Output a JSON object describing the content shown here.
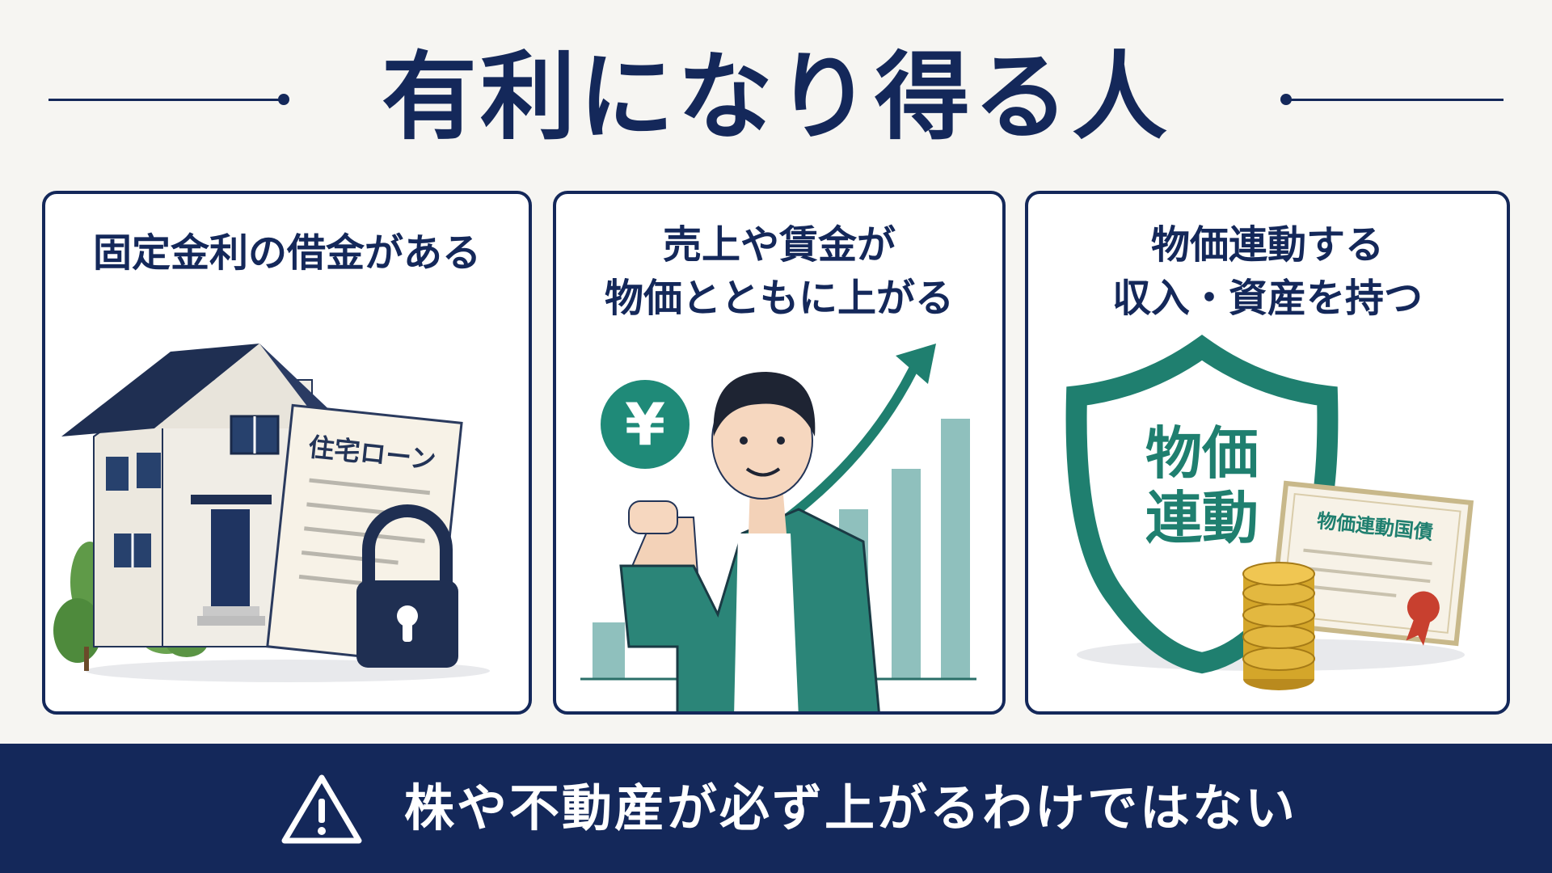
{
  "header": {
    "title": "有利になり得る人"
  },
  "cards": [
    {
      "title_lines": [
        "固定金利の借金がある"
      ],
      "document_label": "住宅ローン"
    },
    {
      "title_lines": [
        "売上や賃金が",
        "物価とともに上がる"
      ],
      "currency_symbol": "¥"
    },
    {
      "title_lines": [
        "物価連動する",
        "収入・資産を持つ"
      ],
      "shield_text": [
        "物価",
        "連動"
      ],
      "certificate_label": "物価連動国債"
    }
  ],
  "footer": {
    "warning": "株や不動産が必ず上がるわけではない"
  },
  "colors": {
    "navy": "#14285a",
    "teal": "#1f7f6f",
    "paper": "#f7f2e7"
  }
}
